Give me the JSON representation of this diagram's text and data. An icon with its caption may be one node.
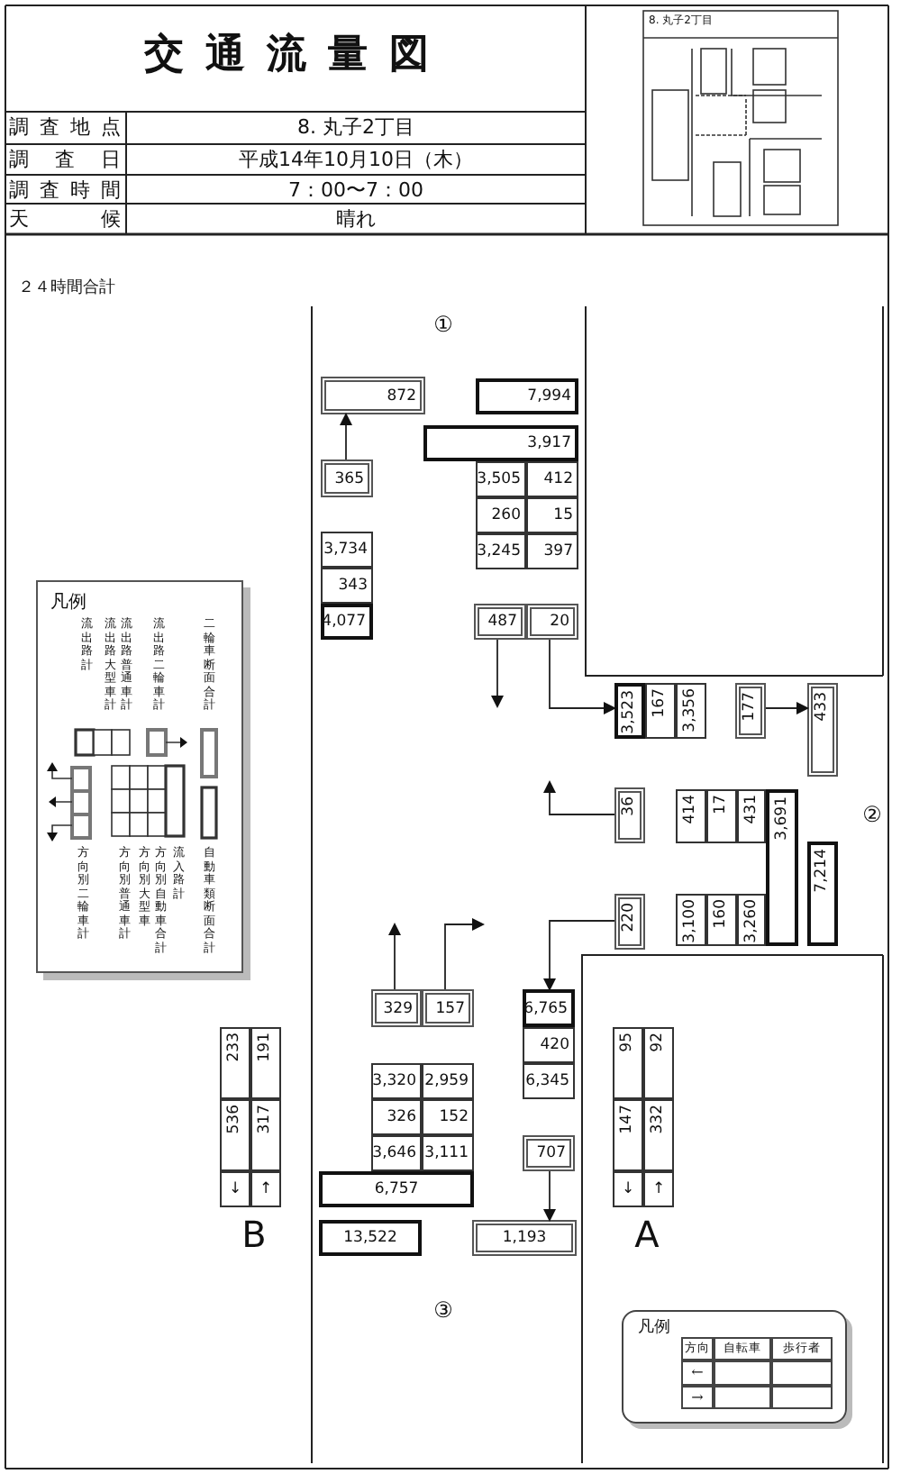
{
  "diagram": {
    "title": "交通流量図",
    "nodes": [
      {
        "text": [
          "872"
        ]
      },
      {
        "text": [
          "7,994"
        ]
      },
      {
        "text": [
          "3,917"
        ]
      },
      {
        "text": [
          "365"
        ]
      },
      {
        "text": [
          "3,505"
        ]
      },
      {
        "text": [
          "412"
        ]
      },
      {
        "text": [
          "260"
        ]
      },
      {
        "text": [
          "15"
        ]
      },
      {
        "text": [
          "3,245"
        ]
      },
      {
        "text": [
          "397"
        ]
      },
      {
        "text": [
          "3,734"
        ]
      },
      {
        "text": [
          "343"
        ]
      },
      {
        "text": [
          "4,077"
        ]
      },
      {
        "text": [
          "487"
        ]
      },
      {
        "text": [
          "20"
        ]
      },
      {
        "text": [
          "3,523"
        ]
      },
      {
        "text": [
          "167"
        ]
      },
      {
        "text": [
          "3,356"
        ]
      },
      {
        "text": [
          "177"
        ]
      },
      {
        "text": [
          "433"
        ]
      },
      {
        "text": [
          "36"
        ]
      },
      {
        "text": [
          "414"
        ]
      },
      {
        "text": [
          "17"
        ]
      },
      {
        "text": [
          "431"
        ]
      },
      {
        "text": [
          "3,691"
        ]
      },
      {
        "text": [
          "7,214"
        ]
      },
      {
        "text": [
          "220"
        ]
      },
      {
        "text": [
          "3,100"
        ]
      },
      {
        "text": [
          "160"
        ]
      },
      {
        "text": [
          "3,260"
        ]
      },
      {
        "text": [
          "329"
        ]
      },
      {
        "text": [
          "157"
        ]
      },
      {
        "text": [
          "6,765"
        ]
      },
      {
        "text": [
          "420"
        ]
      },
      {
        "text": [
          "6,345"
        ]
      },
      {
        "text": [
          "3,320"
        ]
      },
      {
        "text": [
          "2,959"
        ]
      },
      {
        "text": [
          "326"
        ]
      },
      {
        "text": [
          "152"
        ]
      },
      {
        "text": [
          "3,646"
        ]
      },
      {
        "text": [
          "3,111"
        ]
      },
      {
        "text": [
          "707"
        ]
      },
      {
        "text": [
          "6,757"
        ]
      },
      {
        "text": [
          "13,522"
        ]
      },
      {
        "text": [
          "1,193"
        ]
      },
      {
        "text": [
          "233"
        ]
      },
      {
        "text": [
          "191"
        ]
      },
      {
        "text": [
          "536"
        ]
      },
      {
        "text": [
          "317"
        ]
      },
      {
        "text": [
          "↓"
        ]
      },
      {
        "text": [
          "↑"
        ]
      },
      {
        "text": [
          "95"
        ]
      },
      {
        "text": [
          "92"
        ]
      },
      {
        "text": [
          "147"
        ]
      },
      {
        "text": [
          "332"
        ]
      },
      {
        "text": [
          "↓"
        ]
      },
      {
        "text": [
          "↑"
        ]
      }
    ],
    "edges": [
      {
        "from": 3,
        "to": 0,
        "arrow": "to"
      },
      {
        "from": 13,
        "to": null,
        "arrow": "to"
      },
      {
        "from": 14,
        "to": 15,
        "arrow": "to"
      },
      {
        "from": 18,
        "to": 19,
        "arrow": "to"
      },
      {
        "from": 20,
        "to": null,
        "arrow": "to"
      },
      {
        "from": 26,
        "to": 32,
        "arrow": "to"
      },
      {
        "from": 30,
        "to": null,
        "arrow": "to"
      },
      {
        "from": 31,
        "to": null,
        "arrow": "to"
      },
      {
        "from": 41,
        "to": 44,
        "arrow": "to"
      }
    ],
    "labels": [
      "8. 丸子2丁目",
      "調査地点",
      "8. 丸子2丁目",
      "調査日",
      "平成14年10月10日（木）",
      "調査時間",
      "7：00〜7：00",
      "天候",
      "晴れ",
      "２４時間合計",
      "①",
      "凡例",
      "②",
      "B",
      "A",
      "③",
      "凡例",
      "方向",
      "自転車",
      "歩行者",
      "←",
      "→"
    ],
    "legend": [
      {
        "text": "二輪車断面合計"
      },
      {
        "text": "流出路二輪車計"
      },
      {
        "text": "流出路普通車計"
      },
      {
        "text": "流出路大型車計"
      },
      {
        "text": "流出路計"
      },
      {
        "text": "自動車類断面合計"
      },
      {
        "text": "流入路計"
      },
      {
        "text": "方向別自動車合計"
      },
      {
        "text": "方向別大型車"
      },
      {
        "text": "方向別普通車計"
      },
      {
        "text": "方向別二輪車計"
      }
    ]
  }
}
